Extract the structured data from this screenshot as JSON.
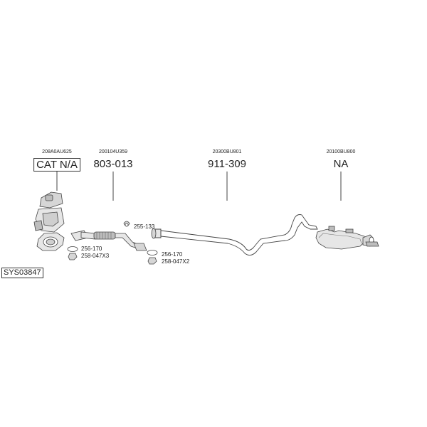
{
  "callouts": [
    {
      "oe": "208A0AU625",
      "part": "CAT N/A",
      "boxed": true
    },
    {
      "oe": "200104U359",
      "part": "803-013",
      "boxed": false
    },
    {
      "oe": "20300BU801",
      "part": "911-309",
      "boxed": false
    },
    {
      "oe": "20100BU800",
      "part": "NA",
      "boxed": false
    }
  ],
  "accessories": {
    "a1": "255-133",
    "a2": "256-170",
    "a3": "258-047X3",
    "a4": "256-170",
    "a5": "258-047X2"
  },
  "system_code": "SYS03847",
  "colors": {
    "line": "#444444",
    "fill_light": "#e6e6e6",
    "fill_mid": "#bdbdbd"
  }
}
